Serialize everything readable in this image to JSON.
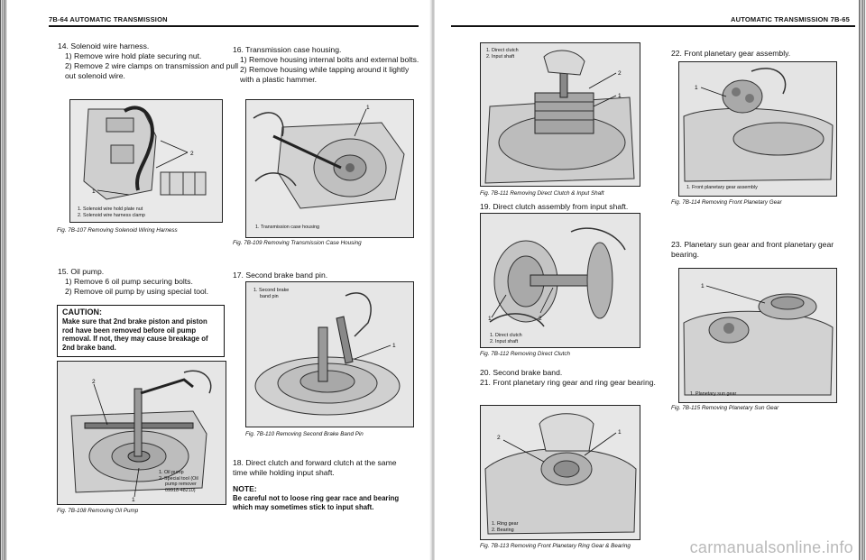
{
  "left_page": {
    "header": "7B-64 AUTOMATIC TRANSMISSION",
    "step14": {
      "title": "14. Solenoid wire harness.",
      "substeps": [
        "1) Remove wire hold plate securing nut.",
        "2) Remove 2 wire clamps on transmission and pull out solenoid wire."
      ]
    },
    "fig107": {
      "legend": [
        "1. Solenoid wire hold plate nut",
        "2. Solenoid wire harness clamp"
      ],
      "callouts": [
        "1",
        "2"
      ],
      "caption": "Fig. 7B-107 Removing Solenoid Wiring Harness"
    },
    "step15": {
      "title": "15. Oil pump.",
      "substeps": [
        "1) Remove 6 oil pump securing bolts.",
        "2) Remove oil pump by using special tool."
      ]
    },
    "caution": {
      "title": "CAUTION:",
      "body": "Make sure that 2nd brake piston and piston rod have been removed before oil pump removal. If not, they may cause breakage of 2nd brake band."
    },
    "fig108": {
      "legend": [
        "1. Oil pump",
        "2. Special tool (Oil",
        "pump remover",
        "09918-48210)"
      ],
      "callouts": [
        "2",
        "1"
      ],
      "caption": "Fig. 7B-108 Removing Oil Pump"
    },
    "step16": {
      "title": "16. Transmission case housing.",
      "substeps": [
        "1) Remove housing internal bolts and external bolts.",
        "2) Remove housing while tapping around it lightly with a plastic hammer."
      ]
    },
    "fig109": {
      "legend": [
        "1. Transmission case housing"
      ],
      "callouts": [
        "1"
      ],
      "caption": "Fig. 7B-109 Removing Transmission Case Housing"
    },
    "step17": {
      "title": "17. Second brake band pin."
    },
    "fig110": {
      "legend": [
        "1. Second brake",
        "band pin"
      ],
      "callouts": [
        "1"
      ],
      "caption": "Fig. 7B-110 Removing Second Brake Band Pin"
    },
    "step18": {
      "title": "18. Direct clutch and forward clutch at the same time while holding input shaft."
    },
    "note": {
      "title": "NOTE:",
      "body": "Be careful not to loose ring gear race and bearing which may sometimes stick to input shaft."
    }
  },
  "right_page": {
    "header": "AUTOMATIC TRANSMISSION 7B-65",
    "fig111": {
      "legend": [
        "1. Direct clutch",
        "2. Input shaft"
      ],
      "callouts": [
        "2",
        "1"
      ],
      "caption": "Fig. 7B-111 Removing Direct Clutch & Input Shaft"
    },
    "step19": {
      "title": "19. Direct clutch assembly from input shaft."
    },
    "fig112": {
      "legend": [
        "1. Direct clutch",
        "2. Input shaft"
      ],
      "callouts": [
        "1",
        "2"
      ],
      "caption": "Fig. 7B-112 Removing Direct Clutch"
    },
    "step20": {
      "title": "20. Second brake band."
    },
    "step21": {
      "title": "21. Front planetary ring gear and ring gear bearing."
    },
    "fig113": {
      "legend": [
        "1. Ring gear",
        "2. Bearing"
      ],
      "callouts": [
        "2",
        "1"
      ],
      "caption": "Fig. 7B-113 Removing Front Planetary Ring Gear & Bearing"
    },
    "step22": {
      "title": "22. Front planetary gear assembly."
    },
    "fig114": {
      "legend": [
        "1. Front planetary gear assembly"
      ],
      "callouts": [
        "1"
      ],
      "caption": "Fig. 7B-114 Removing Front Planetary Gear"
    },
    "step23": {
      "title": "23. Planetary sun gear and front planetary gear bearing."
    },
    "fig115": {
      "legend": [
        "1. Planetary sun gear"
      ],
      "callouts": [
        "1"
      ],
      "caption": "Fig. 7B-115 Removing Planetary Sun Gear"
    }
  },
  "watermark": "carmanualsonline.info"
}
